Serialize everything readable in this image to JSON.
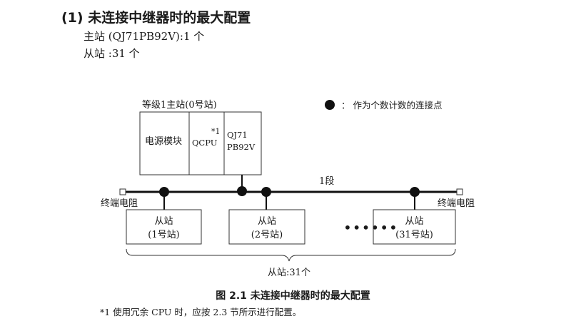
{
  "heading": "(1) 未连接中继器时的最大配置",
  "master_line": "主站 (QJ71PB92V):1 个",
  "slave_line": "从站 :31 个",
  "diagram": {
    "master_label": "等级1主站(0号站)",
    "module_power": "电源模块",
    "module_cpu": "QCPU",
    "module_cpu_note": "*1",
    "module_qj_line1": "QJ71",
    "module_qj_line2": "PB92V",
    "legend_text": "： 作为个数计数的连接点",
    "segment_label": "1段",
    "terminator_left": "终端电阻",
    "terminator_right": "终端电阻",
    "slaves": [
      {
        "line1": "从站",
        "line2": "(1号站)"
      },
      {
        "line1": "从站",
        "line2": "(2号站)"
      },
      {
        "line1": "从站",
        "line2": "(31号站)"
      }
    ],
    "ellipsis": "••••••",
    "brace_label": "从站:31个"
  },
  "caption": "图 2.1 未连接中继器时的最大配置",
  "footnote": "*1  使用冗余 CPU 时，应按 2.3 节所示进行配置。"
}
